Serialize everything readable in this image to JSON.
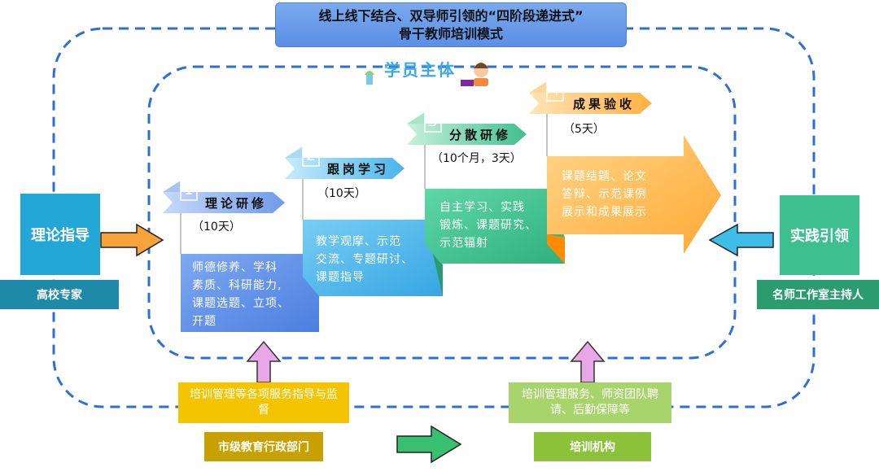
{
  "title": {
    "line1": "线上线下结合、双导师引领的“四阶段递进式”",
    "line2": "骨干教师培训模式"
  },
  "student": {
    "label": "学员主体"
  },
  "left": {
    "main": "理论指导",
    "sub": "高校专家"
  },
  "right": {
    "main": "实践引领",
    "sub": "名师工作室主持人"
  },
  "stages": [
    {
      "num": "1",
      "label": "理论研修",
      "duration": "（10天）",
      "content": [
        "师德修养、学科",
        "素质、科研能力,",
        "课题选题、立项、",
        "开题"
      ]
    },
    {
      "num": "2",
      "label": "跟岗学习",
      "duration": "（10天）",
      "content": [
        "教学观摩、示范",
        "交流、专题研讨、",
        "课题指导"
      ]
    },
    {
      "num": "3",
      "label": "分散研修",
      "duration": "（10个月，3天）",
      "content": [
        "自主学习、实践",
        "锻炼、课题研究、",
        "示范辐射"
      ]
    },
    {
      "num": "4",
      "label": "成果验收",
      "duration": "（5天）",
      "content": [
        "课题结题、论文",
        "答辩、示范课例",
        "展示和成果展示"
      ]
    }
  ],
  "bottom_left": {
    "main": "培训管理等各项服务指导与监督",
    "sub": "市级教育行政部门"
  },
  "bottom_right": {
    "main": "培训管理服务、师资团队聘请、后勤保障等",
    "sub": "培训机构"
  },
  "colors": {
    "dash": "#2e6fd1",
    "left_box": "#22a7d6",
    "left_sub": "#1e89a8",
    "right_box": "#3dbf8f",
    "right_sub": "#2a9c70",
    "stage1": "#5b8fe8",
    "stage2": "#4db5ea",
    "stage3": "#3fc08e",
    "stage4": "#ffb54a",
    "bottom_left": "#f5c400",
    "bottom_left_sub": "#c8a000",
    "bottom_right": "#a8d46c",
    "bottom_right_sub": "#8cc23a"
  }
}
